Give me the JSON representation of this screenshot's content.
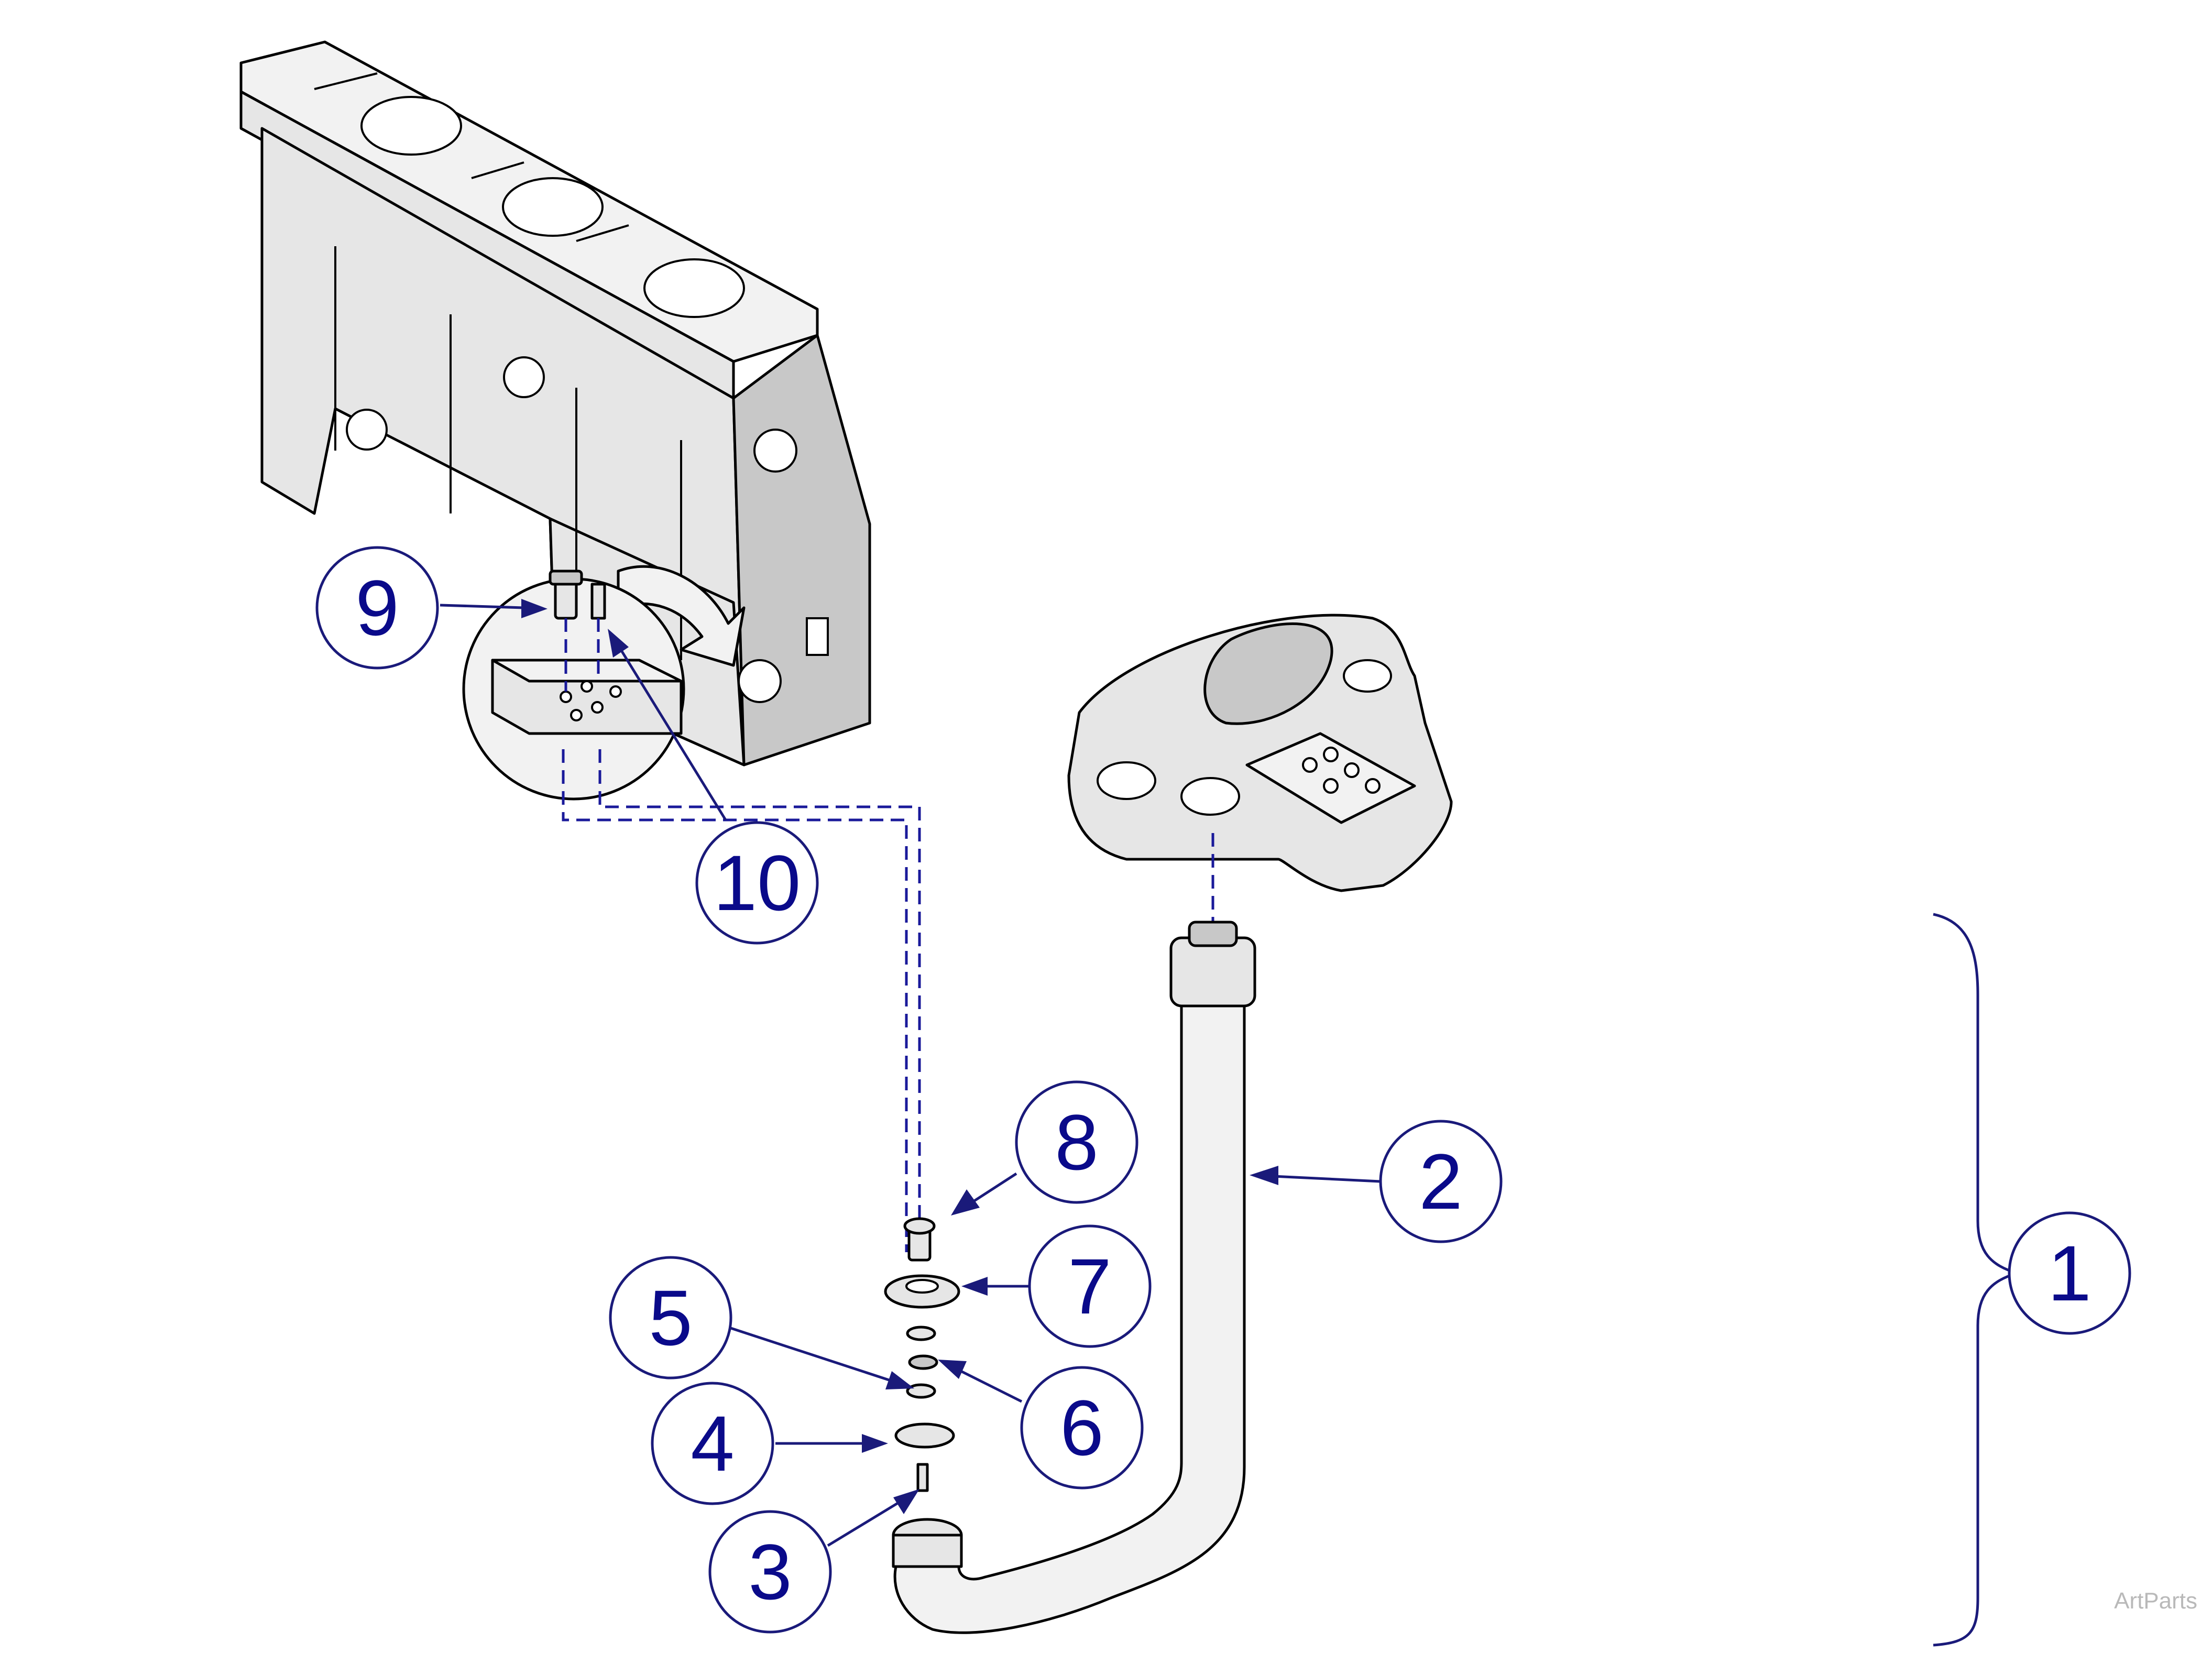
{
  "diagram": {
    "callouts": [
      {
        "id": "1",
        "label": "1"
      },
      {
        "id": "2",
        "label": "2"
      },
      {
        "id": "3",
        "label": "3"
      },
      {
        "id": "4",
        "label": "4"
      },
      {
        "id": "5",
        "label": "5"
      },
      {
        "id": "6",
        "label": "6"
      },
      {
        "id": "7",
        "label": "7"
      },
      {
        "id": "8",
        "label": "8"
      },
      {
        "id": "9",
        "label": "9"
      },
      {
        "id": "10",
        "label": "10"
      }
    ],
    "watermark": "ArtParts",
    "colors": {
      "callout_stroke": "#1a1a7a",
      "callout_text": "#0a0a8a",
      "leader_dash": "#1a1a9a",
      "part_fill": "#e6e6e6",
      "watermark": "#b9b9b9"
    },
    "icons": [
      "frame-casting",
      "holder-tray",
      "hose-tube",
      "magnified-detail-bubble"
    ]
  }
}
